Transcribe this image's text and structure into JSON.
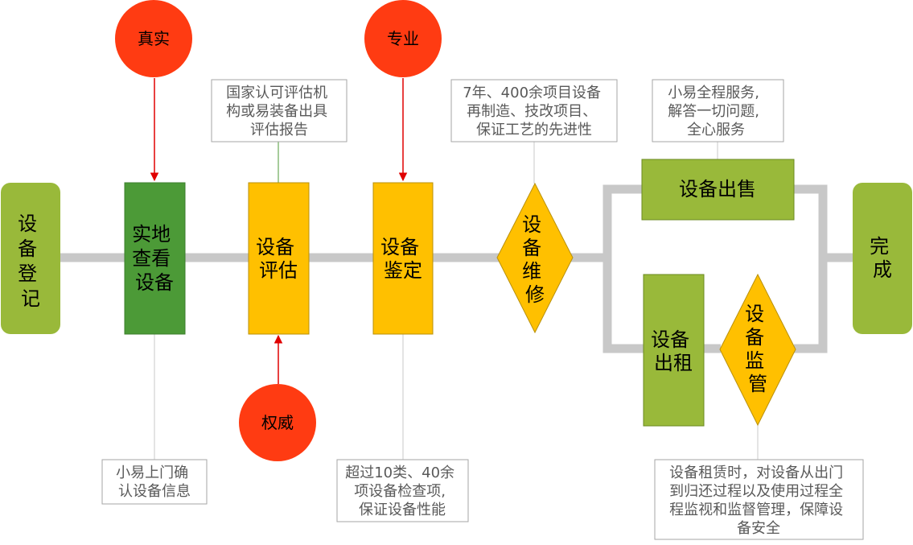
{
  "nodes": {
    "equipment_register": {
      "lines": [
        "设",
        "备",
        "登",
        "记"
      ],
      "color": "#99b93a"
    },
    "site_inspection": {
      "lines": [
        "实地",
        "查看",
        "设备"
      ],
      "color": "#4c9a37"
    },
    "equipment_evaluation": {
      "lines": [
        "设备",
        "评估"
      ],
      "color": "#ffc000"
    },
    "equipment_appraisal": {
      "lines": [
        "设备",
        "鉴定"
      ],
      "color": "#ffc000"
    },
    "equipment_repair": {
      "lines": [
        "设",
        "备",
        "维",
        "修"
      ],
      "color": "#ffc000"
    },
    "equipment_sale": {
      "lines": [
        "设备出售"
      ],
      "color": "#99b93a"
    },
    "equipment_rental": {
      "lines": [
        "设备",
        "出租"
      ],
      "color": "#99b93a"
    },
    "equipment_monitoring": {
      "lines": [
        "设",
        "备",
        "监",
        "管"
      ],
      "color": "#ffc000"
    },
    "complete": {
      "lines": [
        "完",
        "成"
      ],
      "color": "#99b93a"
    }
  },
  "circles": {
    "authentic": "真实",
    "professional": "专业",
    "authority": "权威"
  },
  "notes": {
    "evaluation_report": [
      "国家认可评估机",
      "构或易装备出具",
      "评估报告"
    ],
    "repair_experience": [
      "7年、400余项目设备",
      "再制造、技改项目、",
      "保证工艺的先进性"
    ],
    "sale_service": [
      "小易全程服务,",
      "解答一切问题,",
      "全心服务"
    ],
    "site_confirm": [
      "小易上门确",
      "认设备信息"
    ],
    "appraisal_items": [
      "超过10类、40余",
      "项设备检查项,",
      "保证设备性能"
    ],
    "rental_monitoring": [
      "设备租赁时，对设备从出门",
      "到归还过程以及使用过程全",
      "程监视和监督管理，保障设",
      "备安全"
    ]
  },
  "colors": {
    "connector": "#c8c8c8",
    "circle": "#ff3b12",
    "arrow": "#e00000",
    "note_border": "#a6a6a6"
  }
}
